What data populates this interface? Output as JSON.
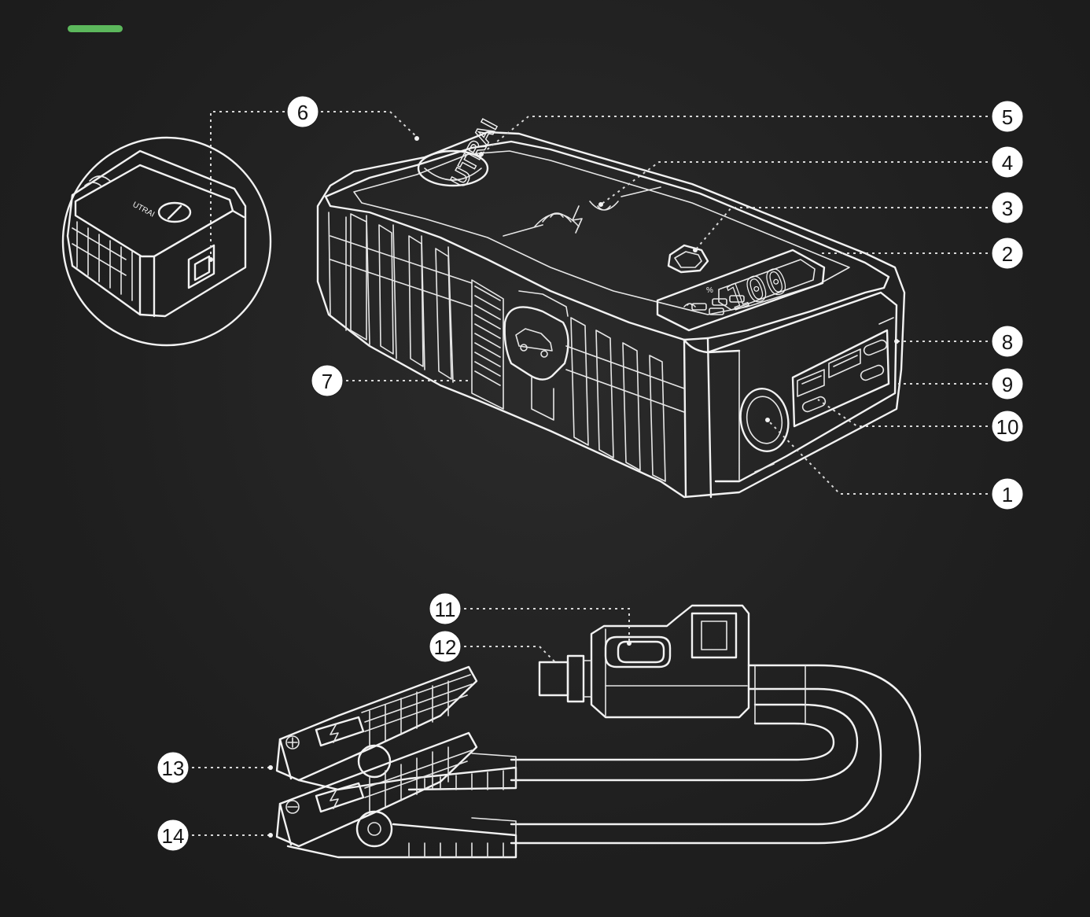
{
  "accent_color": "#5cb85c",
  "brand_logo": "UTRAI",
  "lcd_display": "100",
  "percent_sign": "%",
  "callouts": [
    {
      "id": "1",
      "label": "1"
    },
    {
      "id": "2",
      "label": "2"
    },
    {
      "id": "3",
      "label": "3"
    },
    {
      "id": "4",
      "label": "4"
    },
    {
      "id": "5",
      "label": "5"
    },
    {
      "id": "6",
      "label": "6"
    },
    {
      "id": "7",
      "label": "7"
    },
    {
      "id": "8",
      "label": "8"
    },
    {
      "id": "9",
      "label": "9"
    },
    {
      "id": "10",
      "label": "10"
    },
    {
      "id": "11",
      "label": "11"
    },
    {
      "id": "12",
      "label": "12"
    },
    {
      "id": "13",
      "label": "13"
    },
    {
      "id": "14",
      "label": "14"
    }
  ]
}
